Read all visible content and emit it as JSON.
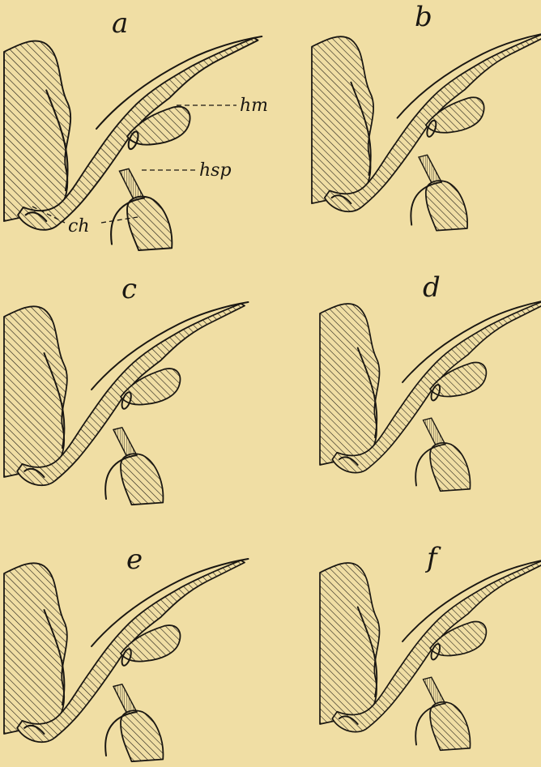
{
  "colors": {
    "paper": "#f0dea4",
    "ink": "#1a1712"
  },
  "panels": [
    {
      "id": "a",
      "letter": "a"
    },
    {
      "id": "b",
      "letter": "b"
    },
    {
      "id": "c",
      "letter": "c"
    },
    {
      "id": "d",
      "letter": "d"
    },
    {
      "id": "e",
      "letter": "e"
    },
    {
      "id": "f",
      "letter": "f"
    }
  ],
  "callouts": {
    "hm": "hm",
    "hsp": "hsp",
    "ch": "ch"
  }
}
